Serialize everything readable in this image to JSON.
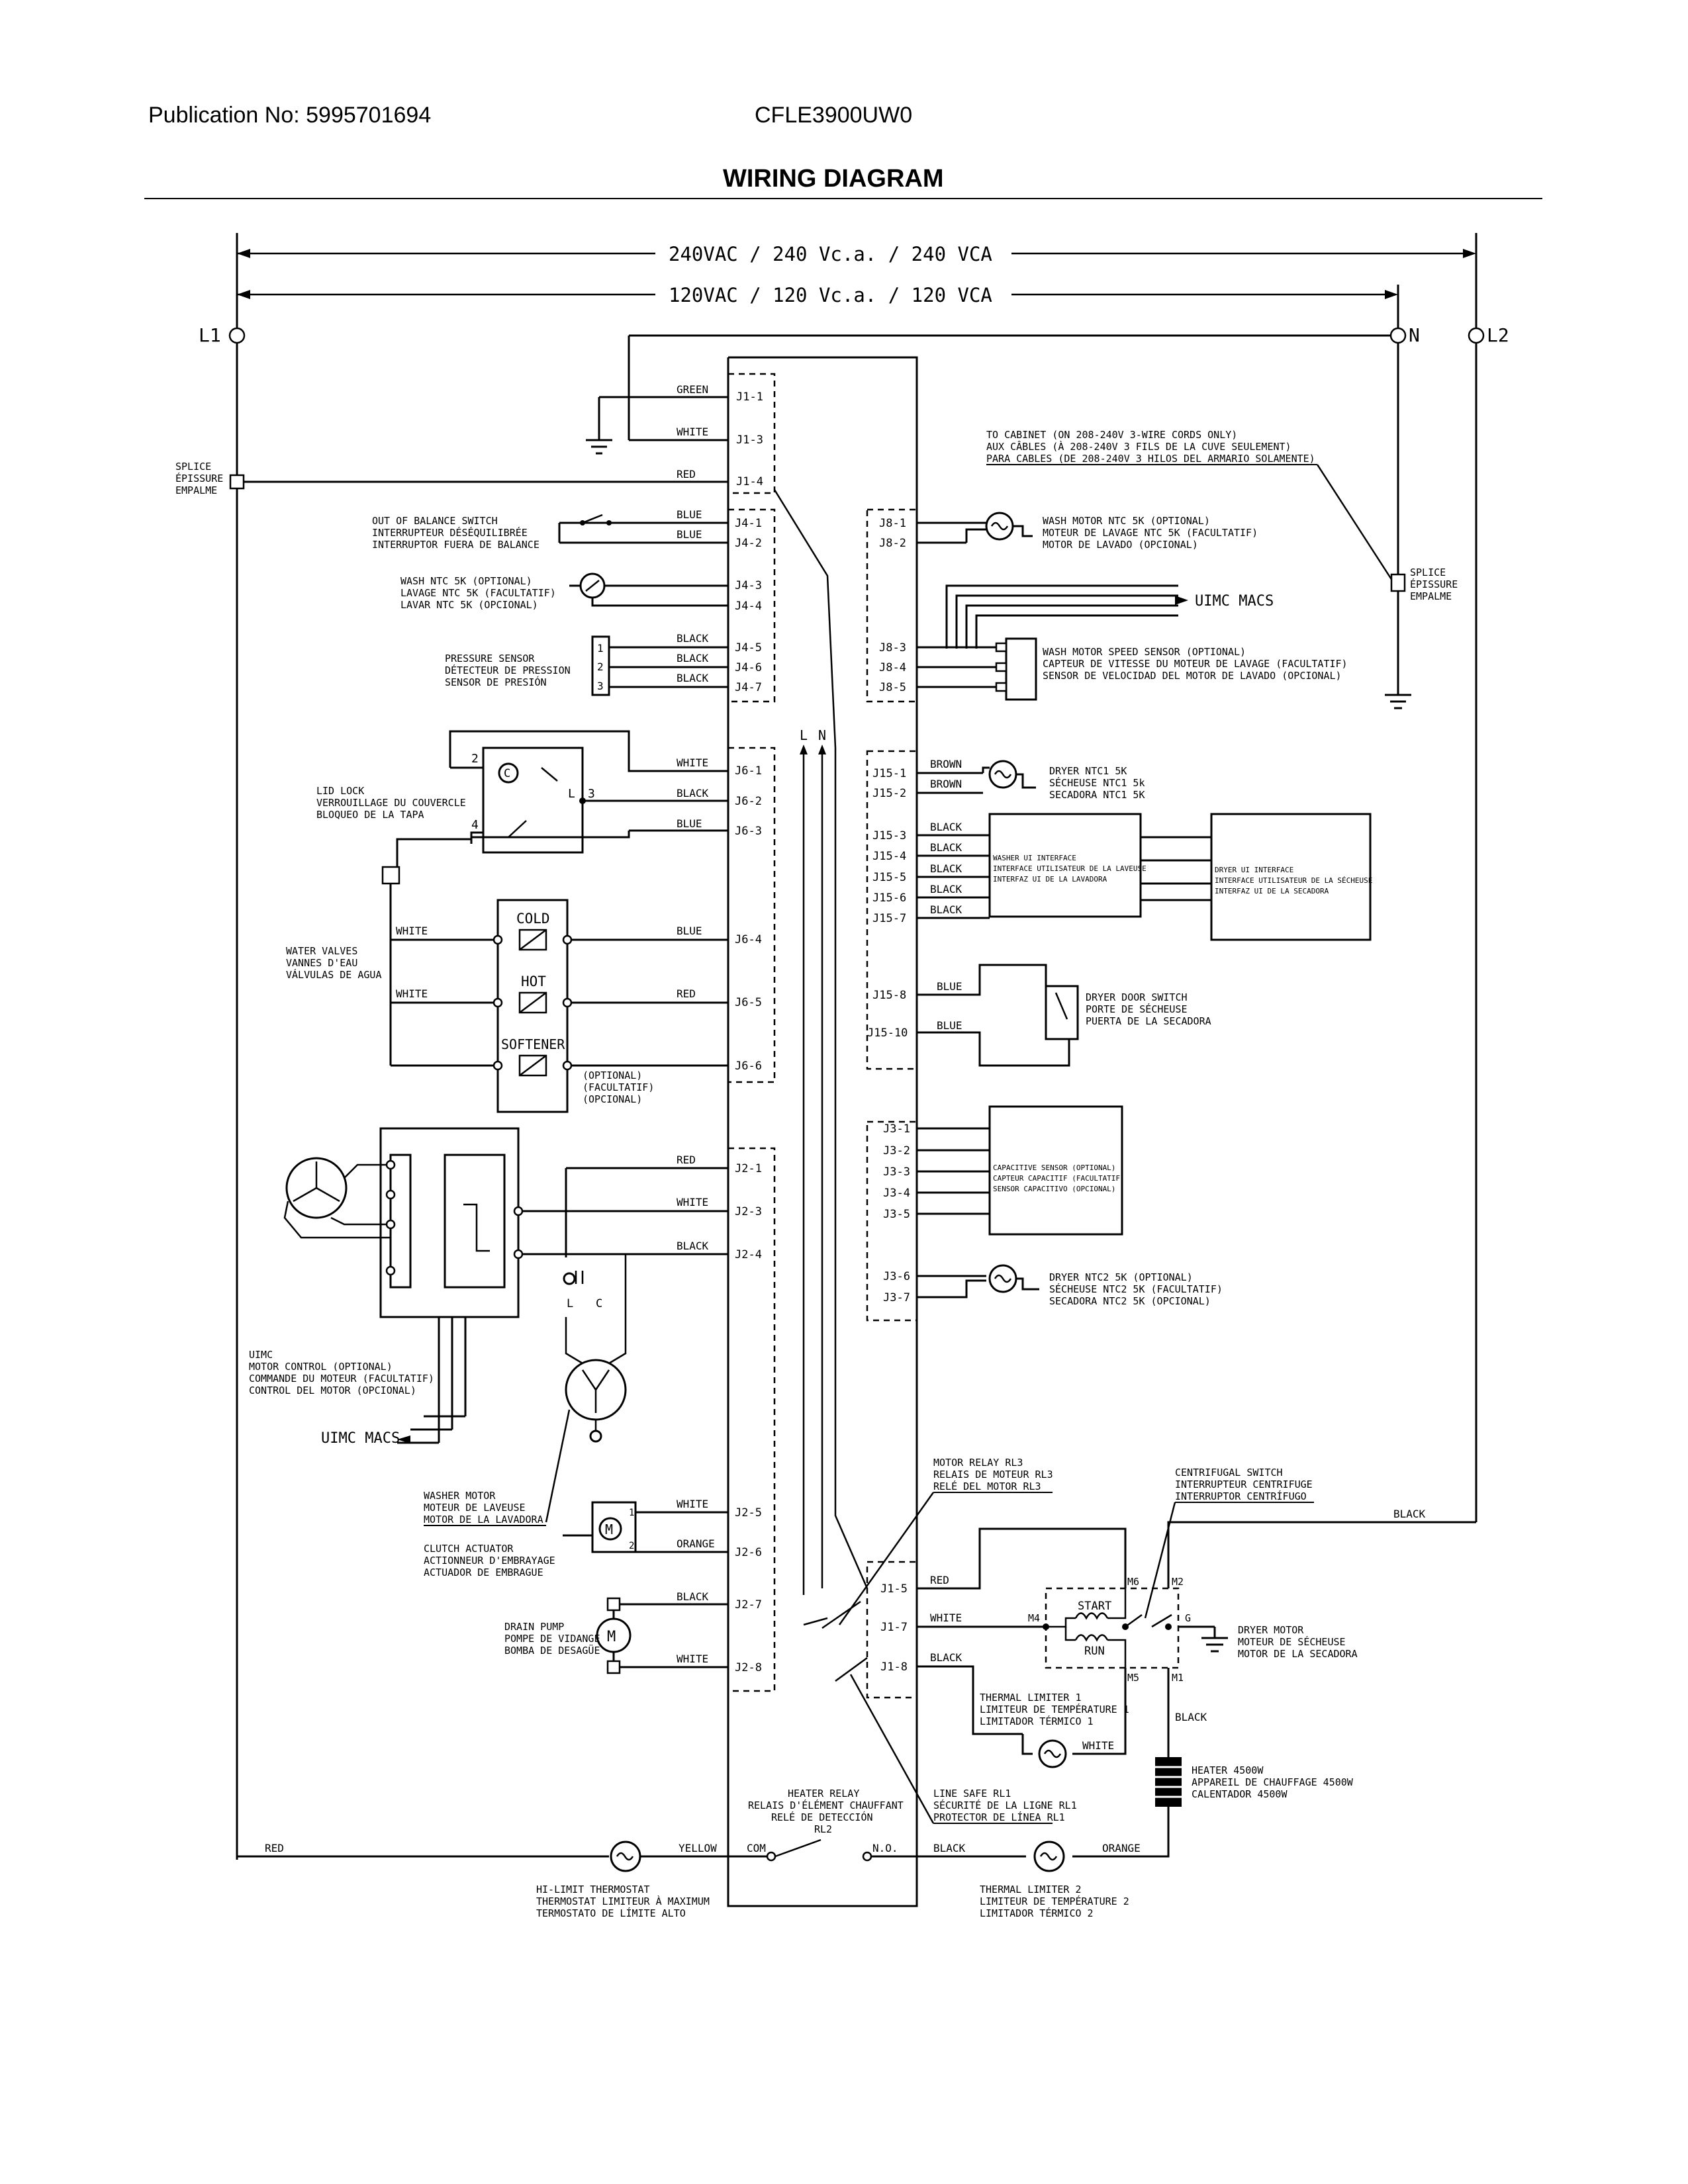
{
  "header": {
    "publication": "Publication No: 5995701694",
    "model": "CFLE3900UW0",
    "title": "WIRING DIAGRAM"
  },
  "supply": {
    "v240": "240VAC / 240 Vc.a. / 240 VCA",
    "v120": "120VAC / 120 Vc.a. / 120 VCA",
    "l1": "L1",
    "n": "N",
    "l2": "L2"
  },
  "colors": {
    "green": "GREEN",
    "white": "WHITE",
    "red": "RED",
    "blue": "BLUE",
    "black": "BLACK",
    "brown": "BROWN",
    "orange": "ORANGE",
    "yellow": "YELLOW"
  },
  "connectors": {
    "j1": [
      "J1-1",
      "J1-3",
      "J1-4"
    ],
    "j4": [
      "J4-1",
      "J4-2",
      "J4-3",
      "J4-4",
      "J4-5",
      "J4-6",
      "J4-7"
    ],
    "j6": [
      "J6-1",
      "J6-2",
      "J6-3",
      "J6-4",
      "J6-5",
      "J6-6"
    ],
    "j2": [
      "J2-1",
      "J2-3",
      "J2-4",
      "J2-5",
      "J2-6",
      "J2-7",
      "J2-8"
    ],
    "j8": [
      "J8-1",
      "J8-2",
      "J8-3",
      "J8-4",
      "J8-5"
    ],
    "j15": [
      "J15-1",
      "J15-2",
      "J15-3",
      "J15-4",
      "J15-5",
      "J15-6",
      "J15-7",
      "J15-8",
      "J15-10"
    ],
    "j3": [
      "J3-1",
      "J3-2",
      "J3-3",
      "J3-4",
      "J3-5",
      "J3-6",
      "J3-7"
    ],
    "j1r": [
      "J1-5",
      "J1-7",
      "J1-8"
    ],
    "l": "L",
    "n": "N"
  },
  "labels": {
    "splice": [
      "SPLICE",
      "ÉPISSURE",
      "EMPALME"
    ],
    "balance": [
      "OUT OF BALANCE SWITCH",
      "INTERRUPTEUR DÉSÉQUILIBRÉE",
      "INTERRUPTOR FUERA DE BALANCE"
    ],
    "wash_ntc": [
      "WASH NTC 5K (OPTIONAL)",
      "LAVAGE NTC 5K (FACULTATIF)",
      "LAVAR NTC 5K (OPCIONAL)"
    ],
    "pressure": [
      "PRESSURE SENSOR",
      "DÉTECTEUR DE PRESSION",
      "SENSOR DE PRESIÓN"
    ],
    "lid_lock": [
      "LID LOCK",
      "VERROUILLAGE DU COUVERCLE",
      "BLOQUEO DE LA TAPA"
    ],
    "water_valves": [
      "WATER VALVES",
      "VANNES D'EAU",
      "VÁLVULAS DE AGUA"
    ],
    "valve_cold": "COLD",
    "valve_hot": "HOT",
    "valve_softener": "SOFTENER",
    "optional": [
      "(OPTIONAL)",
      "(FACULTATIF)",
      "(OPCIONAL)"
    ],
    "uimc": [
      "UIMC",
      "MOTOR CONTROL (OPTIONAL)",
      "COMMANDE DU MOTEUR (FACULTATIF)",
      "CONTROL DEL MOTOR (OPCIONAL)"
    ],
    "uimc_macs": "UIMC MACS",
    "washer_motor": [
      "WASHER MOTOR",
      "MOTEUR DE LAVEUSE",
      "MOTOR DE LA LAVADORA"
    ],
    "clutch": [
      "CLUTCH ACTUATOR",
      "ACTIONNEUR D'EMBRAYAGE",
      "ACTUADOR DE EMBRAGUE"
    ],
    "drain_pump": [
      "DRAIN PUMP",
      "POMPE DE VIDANGE",
      "BOMBA DE DESAGÜE"
    ],
    "cabinet": [
      "TO CABINET (ON 208-240V 3-WIRE CORDS ONLY)",
      "AUX CÂBLES (À 208-240V 3 FILS DE LA CUVE SEULEMENT)",
      "PARA CABLES (DE 208-240V 3 HILOS DEL ARMARIO SOLAMENTE)"
    ],
    "wash_motor_ntc": [
      "WASH MOTOR NTC 5K (OPTIONAL)",
      "MOTEUR DE LAVAGE NTC 5K (FACULTATIF)",
      "MOTOR DE LAVADO (OPCIONAL)"
    ],
    "speed_sensor": [
      "WASH MOTOR SPEED SENSOR (OPTIONAL)",
      "CAPTEUR DE VITESSE DU MOTEUR DE LAVAGE (FACULTATIF)",
      "SENSOR DE VELOCIDAD DEL MOTOR DE LAVADO (OPCIONAL)"
    ],
    "dryer_ntc1": [
      "DRYER NTC1 5K",
      "SÉCHEUSE NTC1 5k",
      "SECADORA NTC1 5K"
    ],
    "washer_ui": [
      "WASHER UI INTERFACE",
      "INTERFACE UTILISATEUR DE LA LAVEUSE",
      "INTERFAZ UI DE LA LAVADORA"
    ],
    "dryer_ui": [
      "DRYER UI INTERFACE",
      "INTERFACE UTILISATEUR DE LA SÉCHEUSE",
      "INTERFAZ UI DE LA SECADORA"
    ],
    "door_switch": [
      "DRYER DOOR SWITCH",
      "PORTE DE SÉCHEUSE",
      "PUERTA DE LA SECADORA"
    ],
    "capacitive": [
      "CAPACITIVE SENSOR (OPTIONAL)",
      "CAPTEUR CAPACITIF (FACULTATIF)",
      "SENSOR CAPACITIVO (OPCIONAL)"
    ],
    "dryer_ntc2": [
      "DRYER NTC2 5K (OPTIONAL)",
      "SÉCHEUSE NTC2 5K (FACULTATIF)",
      "SECADORA NTC2 5K (OPCIONAL)"
    ],
    "motor_relay": [
      "MOTOR RELAY RL3",
      "RELAIS DE MOTEUR RL3",
      "RELÉ DEL MOTOR RL3"
    ],
    "centrifugal": [
      "CENTRIFUGAL SWITCH",
      "INTERRUPTEUR CENTRIFUGE",
      "INTERRUPTOR CENTRÍFUGO"
    ],
    "dryer_motor": [
      "DRYER MOTOR",
      "MOTEUR DE SÉCHEUSE",
      "MOTOR DE LA SECADORA"
    ],
    "thermal1": [
      "THERMAL LIMITER 1",
      "LIMITEUR DE TEMPÉRATURE 1",
      "LIMITADOR TÉRMICO 1"
    ],
    "heater": [
      "HEATER 4500W",
      "APPAREIL DE CHAUFFAGE 4500W",
      "CALENTADOR 4500W"
    ],
    "line_safe": [
      "LINE SAFE RL1",
      "SÉCURITÉ DE LA LIGNE RL1",
      "PROTECTOR DE LÍNEA RL1"
    ],
    "heater_relay": [
      "HEATER RELAY",
      "RELAIS D'ÉLÉMENT CHAUFFANT",
      "RELÉ DE DETECCIÓN",
      "RL2"
    ],
    "hi_limit": [
      "HI-LIMIT THERMOSTAT",
      "THERMOSTAT LIMITEUR À MAXIMUM",
      "TERMOSTATO DE LÍMITE ALTO"
    ],
    "thermal2": [
      "THERMAL LIMITER 2",
      "LIMITEUR DE TEMPÉRATURE 2",
      "LIMITADOR TÉRMICO 2"
    ],
    "com": "COM",
    "no": "N.O.",
    "start": "START",
    "run": "RUN",
    "m4": "M4",
    "m5": "M5",
    "m6": "M6",
    "m1": "M1",
    "m2": "M2",
    "g": "G",
    "lid_2": "2",
    "lid_3": "3",
    "lid_4": "4",
    "lid_l": "L",
    "lid_c": "C",
    "ps_1": "1",
    "ps_2": "2",
    "ps_3": "3",
    "cap_l": "L",
    "cap_c": "C",
    "clutch_1": "1",
    "clutch_2": "2"
  }
}
